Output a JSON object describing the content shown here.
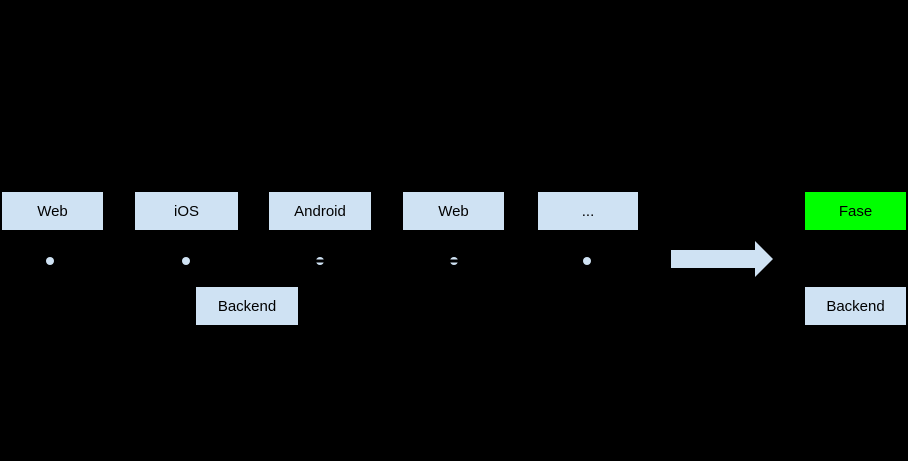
{
  "diagram": {
    "top_row": [
      {
        "label": "Web"
      },
      {
        "label": "iOS"
      },
      {
        "label": "Android"
      },
      {
        "label": "Web"
      },
      {
        "label": "..."
      },
      {
        "label": "Fase",
        "highlight": true
      }
    ],
    "bottom_row": [
      {
        "label": "Backend"
      },
      {
        "label": "Backend"
      }
    ],
    "dots": [
      "dot",
      "dot",
      "split-dot",
      "split-dot",
      "dot"
    ],
    "arrow": {
      "icon": "block-arrow-right",
      "direction": "right"
    },
    "colors": {
      "background": "#000000",
      "box_fill": "#cfe2f3",
      "box_border": "#000000",
      "highlight_fill": "#00ff00",
      "arrow_fill": "#cfe2f3",
      "text": "#000000"
    }
  }
}
